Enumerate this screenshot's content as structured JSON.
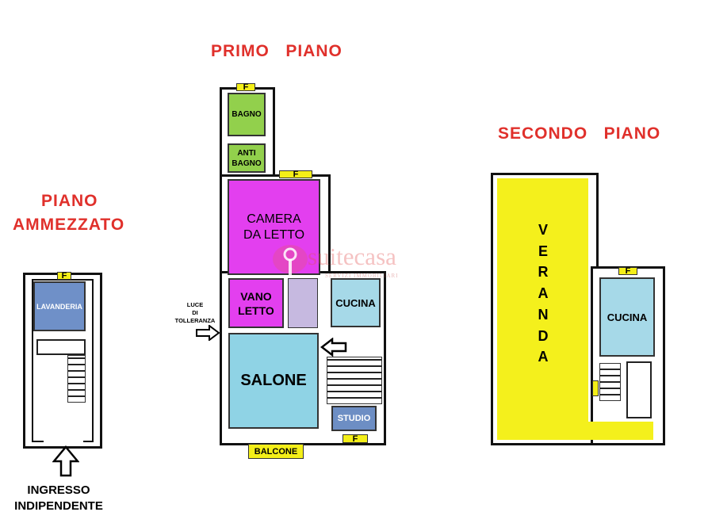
{
  "titles": {
    "ammezzato_line1": "PIANO",
    "ammezzato_line2": "AMMEZZATO",
    "primo": "PRIMO   PIANO",
    "secondo": "SECONDO   PIANO"
  },
  "rooms": {
    "lavanderia": "LAVANDERIA",
    "bagno": "BAGNO",
    "antibagno": "ANTI\nBAGNO",
    "camera": "CAMERA\nDA LETTO",
    "vano_letto": "VANO\nLETTO",
    "cucina_primo": "CUCINA",
    "salone": "SALONE",
    "studio": "STUDIO",
    "balcone": "BALCONE",
    "veranda": "V\nE\nR\nA\nN\nD\nA",
    "cucina_secondo": "CUCINA"
  },
  "window_mark": "F",
  "annotations": {
    "luce": "LUCE\nDI\nTOLLERANZA",
    "ingresso": "INGRESSO\nINDIPENDENTE"
  },
  "watermark": {
    "brand": "suitecasa",
    "tagline": "SERVIZI IMMOBILIARI"
  },
  "colors": {
    "title": "#e0302b",
    "lavanderia": "#6f90c8",
    "bagno": "#92d04c",
    "camera": "#e33fef",
    "vano_letto": "#e33fef",
    "corridor": "#c6b9e0",
    "cucina": "#a6d9e8",
    "salone": "#8fd3e5",
    "studio": "#6d8ec4",
    "veranda": "#f4f01c",
    "window": "#f4ef18"
  }
}
